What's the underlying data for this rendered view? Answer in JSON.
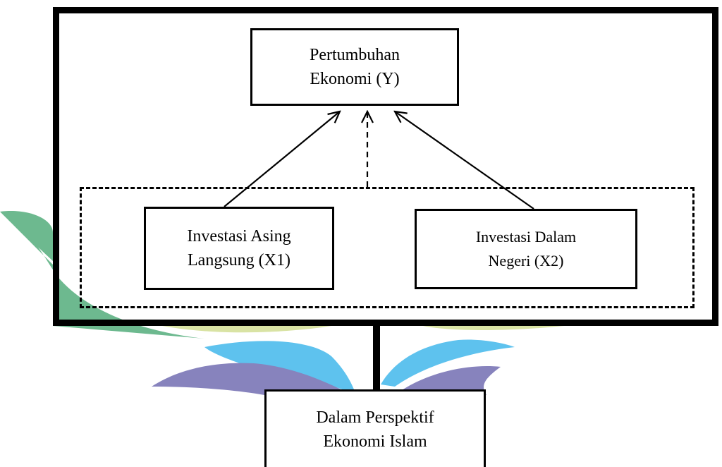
{
  "diagram": {
    "dependent": {
      "line1": "Pertumbuhan",
      "line2": "Ekonomi (Y)"
    },
    "independent1": {
      "line1": "Investasi Asing",
      "line2": "Langsung (X1)"
    },
    "independent2": {
      "line1": "Investasi Dalam",
      "line2": "Negeri (X2)"
    },
    "caption": {
      "line1": "Dalam Perspektif",
      "line2": "Ekonomi Islam"
    }
  },
  "colors": {
    "logo_green": "#6db98f",
    "logo_blue": "#5ec2ee",
    "logo_purple": "#8783bd",
    "logo_yellow": "#d9e3a4",
    "line": "#000000"
  },
  "icons": [
    "logo-watermark"
  ]
}
